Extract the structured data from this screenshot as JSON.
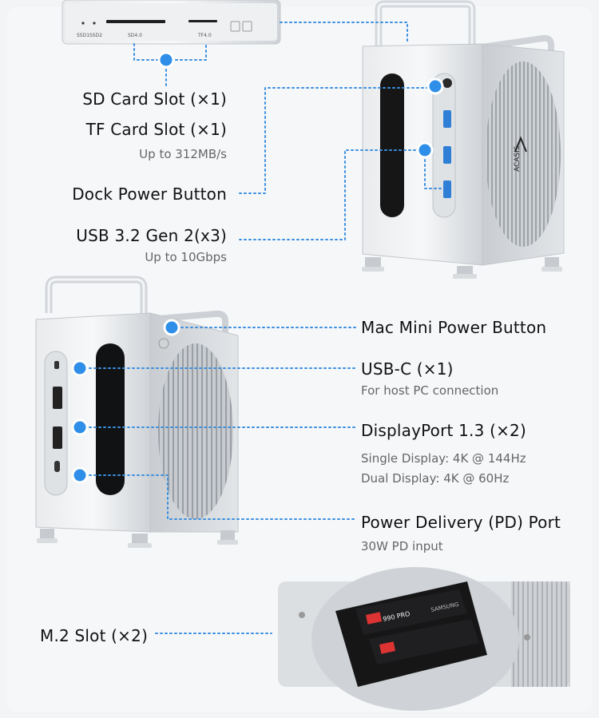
{
  "top_labels": {
    "sd_card": "SD Card Slot (×1)",
    "tf_card": "TF Card Slot (×1)",
    "card_speed": "Up to 312MB/s",
    "dock_power": "Dock Power Button",
    "usb32": "USB 3.2 Gen 2(x3)",
    "usb_speed": "Up to 10Gbps"
  },
  "middle_labels": {
    "mac_power": "Mac Mini Power Button",
    "usbc": "USB-C (×1)",
    "usbc_sub": "For host PC connection",
    "dp": "DisplayPort 1.3 (×2)",
    "dp_single": "Single Display: 4K @ 144Hz",
    "dp_dual": "Dual Display: 4K @ 60Hz",
    "pd": "Power Delivery (PD) Port",
    "pd_sub": "30W PD input"
  },
  "bottom_labels": {
    "m2": "M.2 Slot (×2)"
  },
  "device_text": {
    "slot_sd1": "SSD1",
    "slot_sd2": "SSD2",
    "slot_sd40": "SD4.0",
    "slot_tf40": "TF4.0",
    "brand": "ACASIS",
    "ssd_model": "990 PRO",
    "ssd_brand": "SAMSUNG"
  },
  "colors": {
    "accent": "#2f8fe8",
    "silver": "#d9dcdf",
    "dark": "#1c1c1e"
  }
}
